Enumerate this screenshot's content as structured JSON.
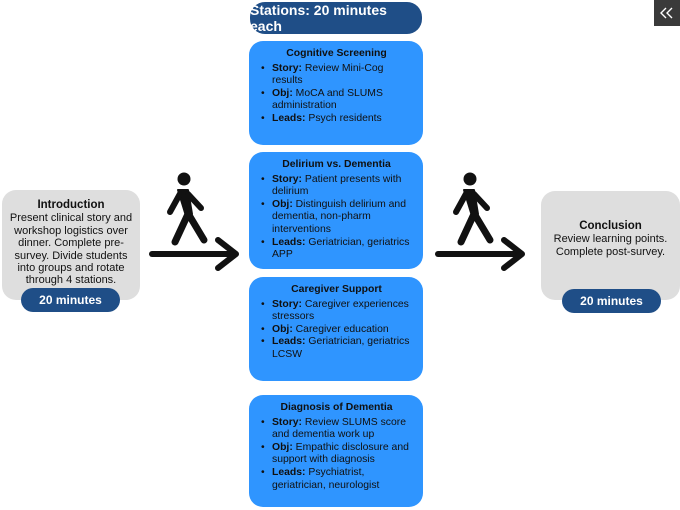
{
  "header": {
    "title": "Stations: 20 minutes each"
  },
  "introduction": {
    "title": "Introduction",
    "body": "Present clinical story and workshop logistics over dinner. Complete pre-survey. Divide students into groups and rotate through 4 stations.",
    "duration": "20 minutes"
  },
  "conclusion": {
    "title": "Conclusion",
    "body": "Review learning points. Complete post-survey.",
    "duration": "20 minutes"
  },
  "stations": [
    {
      "title": "Cognitive Screening",
      "items": [
        {
          "label": "Story:",
          "text": "Review Mini-Cog results"
        },
        {
          "label": "Obj:",
          "text": "MoCA and SLUMS administration"
        },
        {
          "label": "Leads:",
          "text": "Psych residents"
        }
      ]
    },
    {
      "title": "Delirium vs. Dementia",
      "items": [
        {
          "label": "Story:",
          "text": "Patient presents with delirium"
        },
        {
          "label": "Obj:",
          "text": "Distinguish delirium and dementia, non-pharm interventions"
        },
        {
          "label": "Leads:",
          "text": "Geriatrician, geriatrics APP"
        }
      ]
    },
    {
      "title": "Caregiver Support",
      "items": [
        {
          "label": "Story:",
          "text": "Caregiver experiences stressors"
        },
        {
          "label": "Obj:",
          "text": "Caregiver education"
        },
        {
          "label": "Leads:",
          "text": "Geriatrician, geriatrics LCSW"
        }
      ]
    },
    {
      "title": "Diagnosis of Dementia",
      "items": [
        {
          "label": "Story:",
          "text": "Review SLUMS score and dementia work up"
        },
        {
          "label": "Obj:",
          "text": "Empathic disclosure and support with diagnosis"
        },
        {
          "label": "Leads:",
          "text": "Psychiatrist, geriatrician, neurologist"
        }
      ]
    }
  ],
  "icons": {
    "walker_left": "walking-person-arrow-icon",
    "walker_right": "walking-person-arrow-icon",
    "collapse": "double-chevron-left-icon"
  },
  "colors": {
    "station_fill": "#2f95ff",
    "header_fill": "#1f4e87",
    "side_box_fill": "#dedede"
  }
}
